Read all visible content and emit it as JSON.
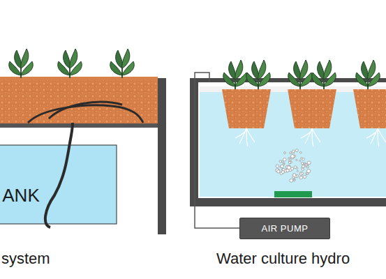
{
  "diagram": {
    "nodes": [
      {
        "text": [
          "ANK"
        ]
      },
      {
        "text": [
          "AIR PUMP"
        ]
      }
    ],
    "labels": [
      "system",
      "Water culture hydro"
    ]
  }
}
